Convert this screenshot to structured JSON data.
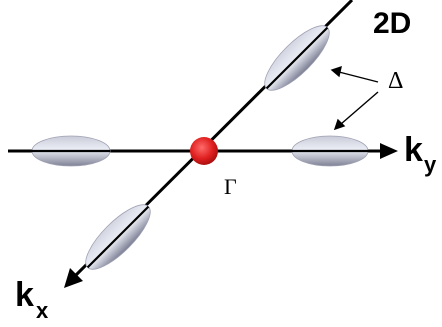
{
  "diagram": {
    "dimension_label": "2D",
    "gamma_label": "Γ",
    "delta_label": "Δ",
    "kx_base": "k",
    "kx_sub": "x",
    "ky_base": "k",
    "ky_sub": "y",
    "colors": {
      "axis": "#000000",
      "gamma_point": "#e02020",
      "valley_dark": "#7f8296",
      "valley_light": "#eceef6"
    }
  }
}
